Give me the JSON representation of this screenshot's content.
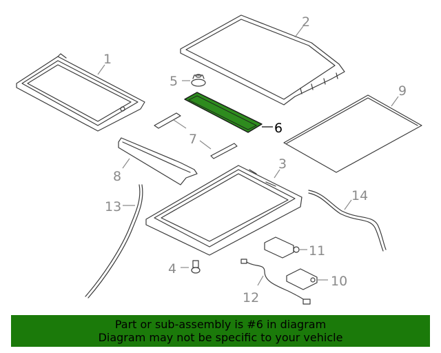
{
  "diagram": {
    "callouts": [
      "1",
      "2",
      "3",
      "4",
      "5",
      "6",
      "7",
      "8",
      "9",
      "10",
      "11",
      "12",
      "13",
      "14"
    ],
    "highlighted_part": "6",
    "highlight_color": "#2e8b1e",
    "callout_color": "#8a8a8a",
    "callout_active_color": "#000000"
  },
  "banner": {
    "line1": "Part or sub-assembly is #6 in diagram",
    "line2": "Diagram may not be specific to your vehicle",
    "background": "#1b7a0a"
  }
}
